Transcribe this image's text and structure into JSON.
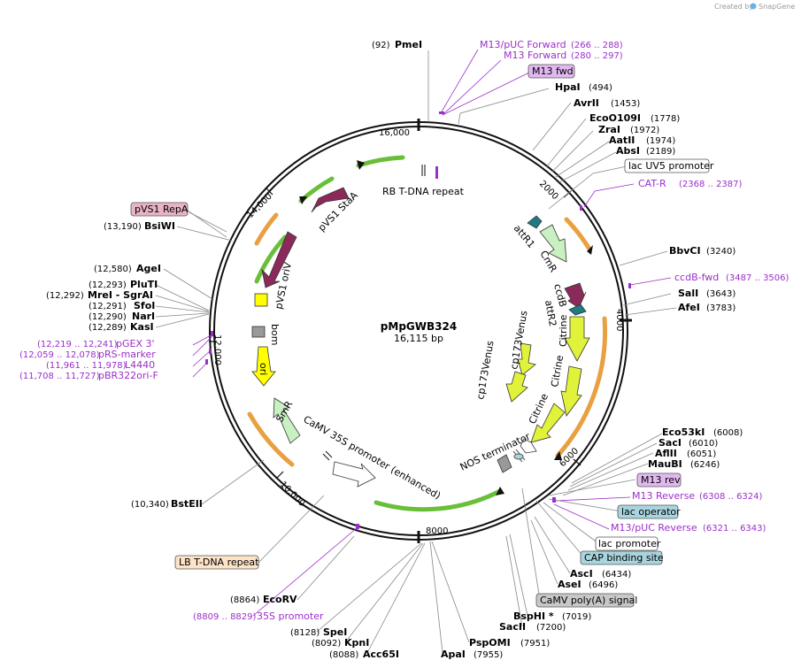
{
  "watermark": {
    "created_by": "Created by",
    "brand": "SnapGene"
  },
  "plasmid": {
    "name": "pMpGWB324",
    "size": "16,115 bp"
  },
  "ticks": [
    "16,000",
    "2000",
    "4000",
    "6000",
    "8000",
    "10,000",
    "12,000",
    "14,000"
  ],
  "enzymes": [
    {
      "pos": "(92)",
      "name": "PmeI"
    },
    {
      "pos": "(494)",
      "name": "HpaI"
    },
    {
      "pos": "(1453)",
      "name": "AvrII"
    },
    {
      "pos": "(1778)",
      "name": "EcoO109I"
    },
    {
      "pos": "(1972)",
      "name": "ZraI"
    },
    {
      "pos": "(1974)",
      "name": "AatII"
    },
    {
      "pos": "(2189)",
      "name": "AbsI"
    },
    {
      "pos": "(3240)",
      "name": "BbvCI"
    },
    {
      "pos": "(3643)",
      "name": "SalI"
    },
    {
      "pos": "(3783)",
      "name": "AfeI"
    },
    {
      "pos": "(6008)",
      "name": "Eco53kI"
    },
    {
      "pos": "(6010)",
      "name": "SacI"
    },
    {
      "pos": "(6051)",
      "name": "AflII"
    },
    {
      "pos": "(6246)",
      "name": "MauBI"
    },
    {
      "pos": "(6434)",
      "name": "AscI"
    },
    {
      "pos": "(6496)",
      "name": "AseI"
    },
    {
      "pos": "(7019)",
      "name": "BspHI *"
    },
    {
      "pos": "(7200)",
      "name": "SacII"
    },
    {
      "pos": "(7951)",
      "name": "PspOMI"
    },
    {
      "pos": "(7955)",
      "name": "ApaI"
    },
    {
      "pos": "(8088)",
      "name": "Acc65I"
    },
    {
      "pos": "(8092)",
      "name": "KpnI"
    },
    {
      "pos": "(8128)",
      "name": "SpeI"
    },
    {
      "pos": "(8864)",
      "name": "EcoRV"
    },
    {
      "pos": "(10,340)",
      "name": "BstEII"
    },
    {
      "pos": "(12,289)",
      "name": "KasI"
    },
    {
      "pos": "(12,290)",
      "name": "NarI"
    },
    {
      "pos": "(12,291)",
      "name": "SfoI"
    },
    {
      "pos": "(12,292)",
      "name": "MreI - SgrAI"
    },
    {
      "pos": "(12,293)",
      "name": "PluTI"
    },
    {
      "pos": "(12,580)",
      "name": "AgeI"
    },
    {
      "pos": "(13,190)",
      "name": "BsiWI"
    }
  ],
  "primers": [
    {
      "name": "M13/pUC Forward",
      "range": "(266 .. 288)"
    },
    {
      "name": "M13 Forward",
      "range": "(280 .. 297)"
    },
    {
      "name": "CAT-R",
      "range": "(2368 .. 2387)"
    },
    {
      "name": "ccdB-fwd",
      "range": "(3487 .. 3506)"
    },
    {
      "name": "M13 Reverse",
      "range": "(6308 .. 6324)"
    },
    {
      "name": "M13/pUC Reverse",
      "range": "(6321 .. 6343)"
    },
    {
      "name": "35S promoter",
      "range": "(8809 .. 8829)"
    },
    {
      "name": "pGEX 3'",
      "range": "(12,219 .. 12,241)"
    },
    {
      "name": "pRS-marker",
      "range": "(12,059 .. 12,078)"
    },
    {
      "name": "L4440",
      "range": "(11,961 .. 11,978)"
    },
    {
      "name": "pBR322ori-F",
      "range": "(11,708 .. 11,727)"
    }
  ],
  "boxed_labels": [
    {
      "text": "M13 fwd",
      "fill": "#e2b8f0"
    },
    {
      "text": "lac UV5 promoter",
      "fill": "#ffffff"
    },
    {
      "text": "pVS1 RepA",
      "fill": "#e8b3c5"
    },
    {
      "text": "M13 rev",
      "fill": "#e2b8f0"
    },
    {
      "text": "lac operator",
      "fill": "#a8d4de"
    },
    {
      "text": "lac promoter",
      "fill": "#ffffff"
    },
    {
      "text": "CAP binding site",
      "fill": "#a8d4de"
    },
    {
      "text": "CaMV poly(A) signal",
      "fill": "#c8c8c8"
    },
    {
      "text": "LB T-DNA repeat",
      "fill": "#fde3c8"
    }
  ],
  "features": {
    "rb": "RB T-DNA repeat",
    "pvs1_staa": "pVS1 StaA",
    "pvs1_oriv": "pVS1 oriV",
    "bom": "bom",
    "ori": "ori",
    "smr": "SmR",
    "camv35s": "CaMV 35S promoter (enhanced)",
    "attr1": "attR1",
    "cmr": "CmR",
    "ccdb": "ccdB",
    "attr2": "attR2",
    "citrine1": "Citrine",
    "citrine2": "Citrine",
    "citrine3": "Citrine",
    "cp173a": "cp173Venus",
    "cp173b": "cp173Venus",
    "nos": "NOS terminator"
  },
  "colors": {
    "primer": "#9b2fc9",
    "cds_red": "#8b2a5a",
    "cds_yellow": "#e1f23a",
    "cds_green": "#c8f0c0",
    "attr": "#1f7a84",
    "promoter_green": "#6abf3a",
    "terminator_orange": "#e8a040"
  }
}
